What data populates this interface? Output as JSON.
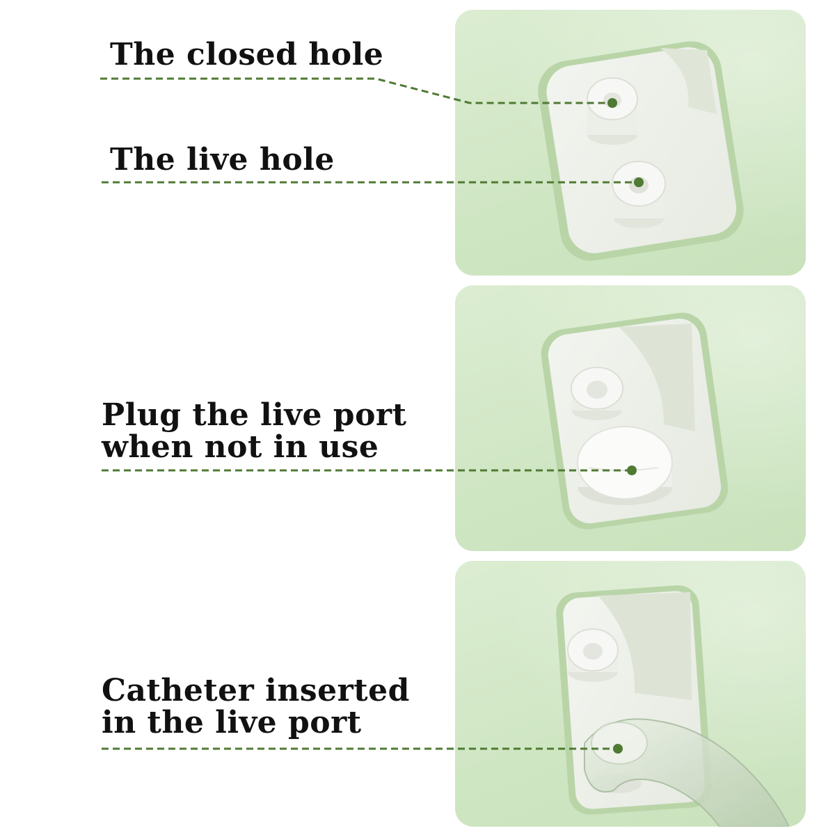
{
  "colors": {
    "leader": "#4f7a33",
    "panel": "#cfe6c3",
    "text": "#111111"
  },
  "labels": {
    "closed_hole": "The closed hole",
    "live_hole": "The live hole",
    "plug_line1": "Plug the live port",
    "plug_line2": "when not in use",
    "catheter_line1": "Catheter inserted",
    "catheter_line2": "in the live port"
  }
}
